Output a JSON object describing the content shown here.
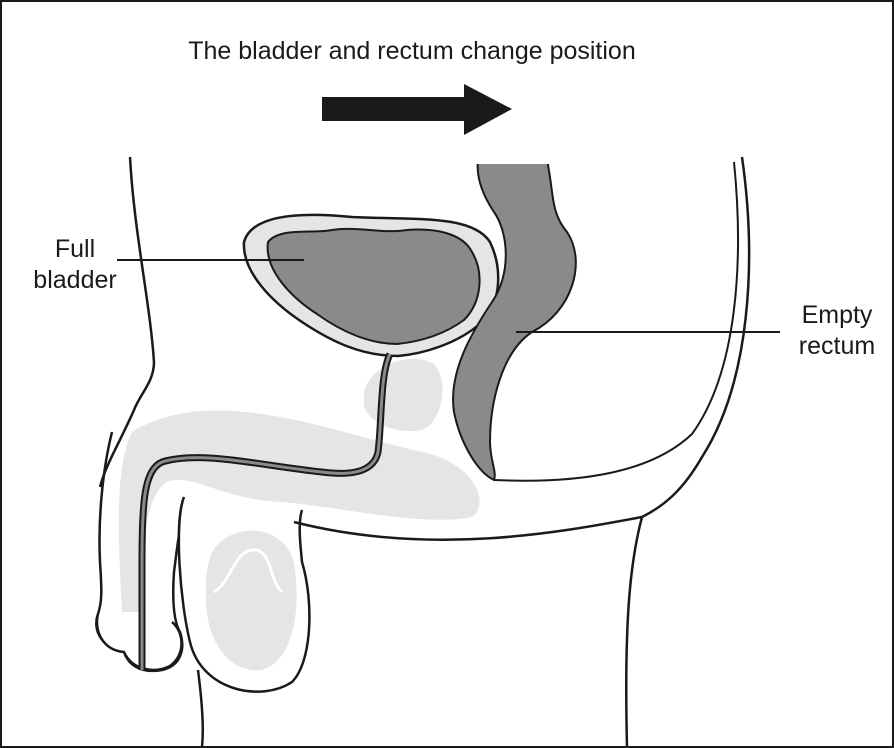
{
  "title": "The bladder and rectum change position",
  "labels": {
    "bladder": {
      "line1": "Full",
      "line2": "bladder"
    },
    "rectum": {
      "line1": "Empty",
      "line2": "rectum"
    }
  },
  "colors": {
    "outline": "#1a1a1a",
    "organ_dark": "#8a8a8a",
    "organ_light": "#e5e5e5",
    "background": "#ffffff"
  },
  "icons": {
    "arrow": "right-arrow-icon"
  }
}
